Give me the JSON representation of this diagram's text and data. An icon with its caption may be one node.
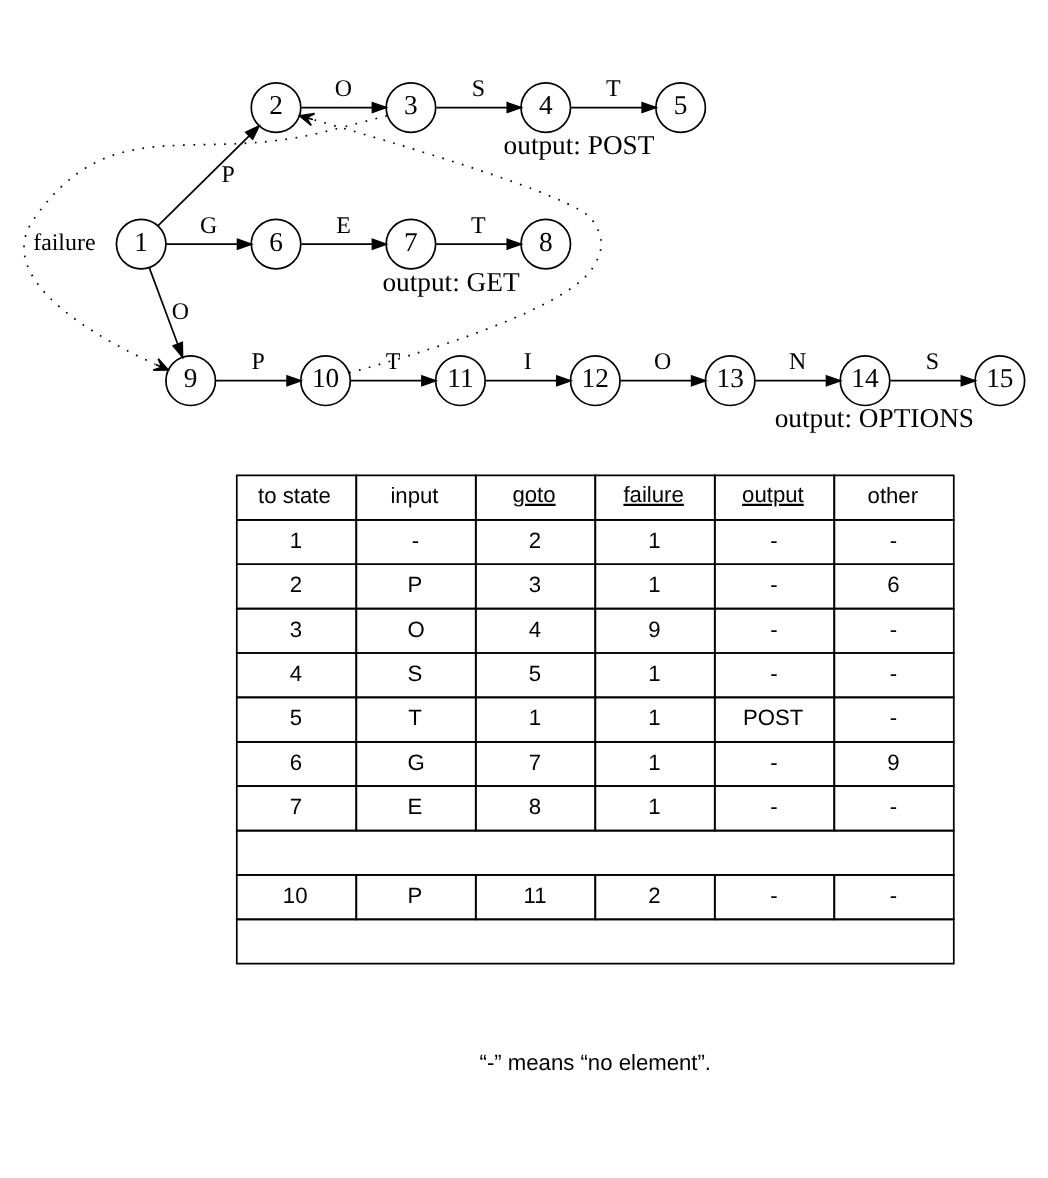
{
  "diagram": {
    "nodes": [
      {
        "text": [
          "1"
        ]
      },
      {
        "text": [
          "2"
        ]
      },
      {
        "text": [
          "3"
        ]
      },
      {
        "text": [
          "4"
        ]
      },
      {
        "text": [
          "5"
        ],
        "beside": [
          "output: POST"
        ]
      },
      {
        "text": [
          "6"
        ]
      },
      {
        "text": [
          "7"
        ]
      },
      {
        "text": [
          "8"
        ],
        "beside": [
          "output: GET"
        ]
      },
      {
        "text": [
          "9"
        ]
      },
      {
        "text": [
          "10"
        ]
      },
      {
        "text": [
          "11"
        ]
      },
      {
        "text": [
          "12"
        ]
      },
      {
        "text": [
          "13"
        ]
      },
      {
        "text": [
          "14"
        ]
      },
      {
        "text": [
          "15"
        ],
        "beside": [
          "output: OPTIONS"
        ]
      }
    ],
    "edges": [
      {
        "from": 0,
        "to": 1,
        "arrow": "to",
        "label": "P"
      },
      {
        "from": 1,
        "to": 2,
        "arrow": "to",
        "label": "O"
      },
      {
        "from": 2,
        "to": 3,
        "arrow": "to",
        "label": "S"
      },
      {
        "from": 3,
        "to": 4,
        "arrow": "to",
        "label": "T"
      },
      {
        "from": 0,
        "to": 5,
        "arrow": "to",
        "label": "G"
      },
      {
        "from": 5,
        "to": 6,
        "arrow": "to",
        "label": "E"
      },
      {
        "from": 6,
        "to": 7,
        "arrow": "to",
        "label": "T"
      },
      {
        "from": 0,
        "to": 8,
        "arrow": "to",
        "label": "O"
      },
      {
        "from": 8,
        "to": 9,
        "arrow": "to",
        "label": "P"
      },
      {
        "from": 9,
        "to": 10,
        "arrow": "to",
        "label": "T"
      },
      {
        "from": 10,
        "to": 11,
        "arrow": "to",
        "label": "I"
      },
      {
        "from": 11,
        "to": 12,
        "arrow": "to",
        "label": "O"
      },
      {
        "from": 12,
        "to": 13,
        "arrow": "to",
        "label": "N"
      },
      {
        "from": 13,
        "to": 14,
        "arrow": "to",
        "label": "S"
      },
      {
        "from": 2,
        "to": 8,
        "arrow": "to",
        "label": "failure",
        "style": "dashed"
      },
      {
        "from": 9,
        "to": 1,
        "arrow": "to",
        "style": "dashed"
      }
    ],
    "labels": [
      "to state",
      "input",
      "goto",
      "failure",
      "output",
      "other",
      "1",
      "-",
      "2",
      "1",
      "-",
      "-",
      "2",
      "P",
      "3",
      "1",
      "-",
      "6",
      "3",
      "O",
      "4",
      "9",
      "-",
      "-",
      "4",
      "S",
      "5",
      "1",
      "-",
      "-",
      "5",
      "T",
      "1",
      "1",
      "POST",
      "-",
      "6",
      "G",
      "7",
      "1",
      "-",
      "9",
      "7",
      "E",
      "8",
      "1",
      "-",
      "-",
      "10",
      "P",
      "11",
      "2",
      "-",
      "-",
      "“-” means “no element”."
    ]
  }
}
